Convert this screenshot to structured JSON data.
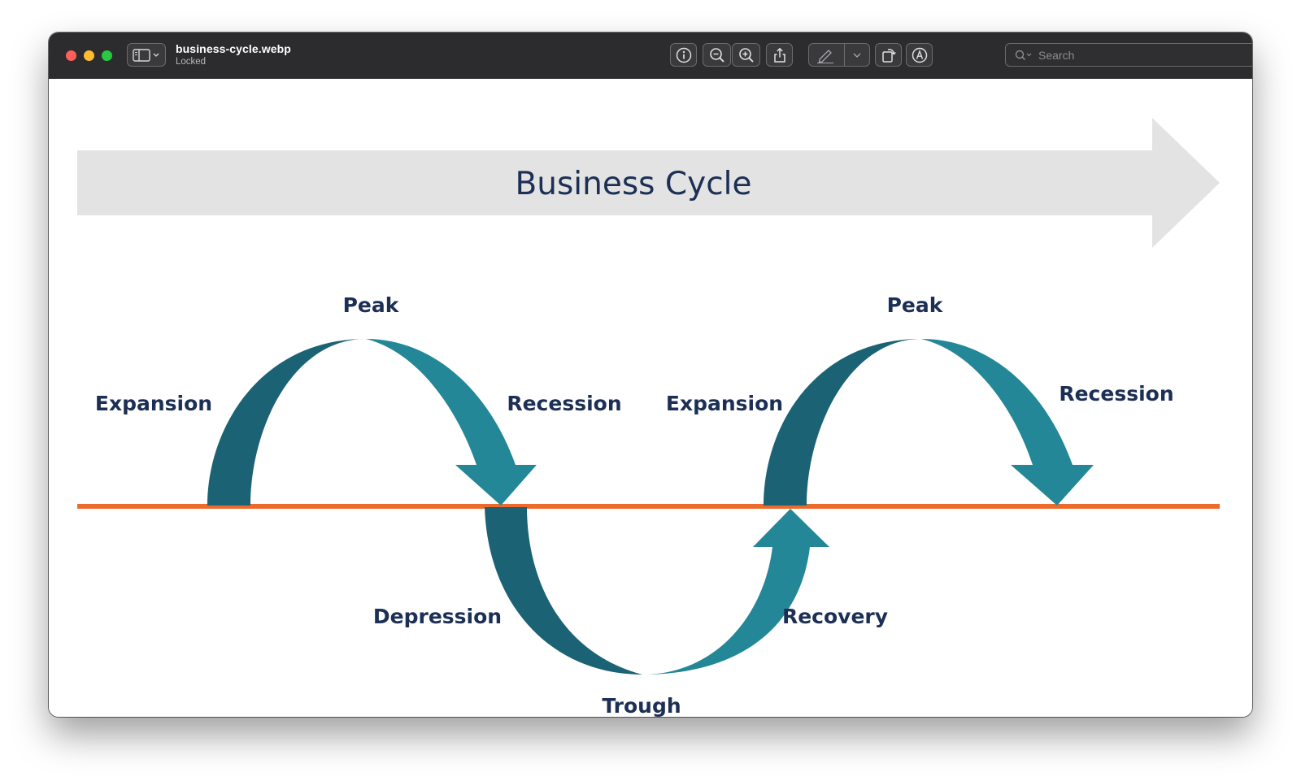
{
  "window": {
    "filename": "business-cycle.webp",
    "status": "Locked"
  },
  "toolbar": {
    "search_placeholder": "Search",
    "icons": [
      "sidebar-icon",
      "info-icon",
      "zoom-out-icon",
      "zoom-in-icon",
      "share-icon",
      "markup-pen-icon",
      "rotate-icon",
      "annotate-icon",
      "search-icon"
    ]
  },
  "diagram": {
    "title": "Business Cycle",
    "labels": {
      "peak_1": "Peak",
      "expansion_1": "Expansion",
      "recession_1": "Recession",
      "expansion_2": "Expansion",
      "peak_2": "Peak",
      "recession_2": "Recession",
      "depression": "Depression",
      "recovery": "Recovery",
      "trough": "Trough"
    },
    "colors": {
      "arrow_dark": "#1c6275",
      "arrow_light": "#238797",
      "baseline": "#ec6a2b",
      "banner": "#e3e3e3",
      "text": "#1c2f55"
    }
  }
}
